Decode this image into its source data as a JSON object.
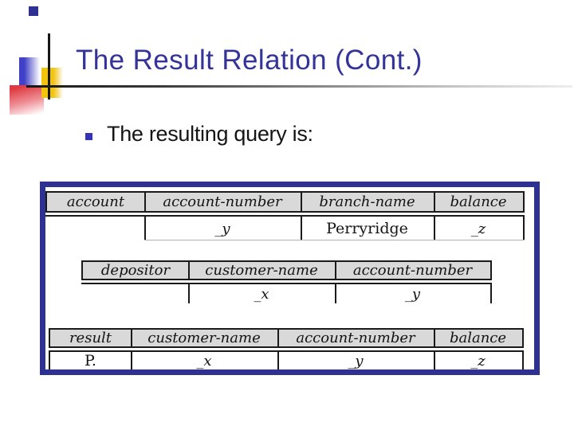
{
  "slide": {
    "title": "The Result Relation (Cont.)",
    "bullet_text": "The resulting query is:"
  },
  "colors": {
    "title_text": "#333399",
    "figure_border": "#2e3192",
    "table_header_bg": "#d9d9d9",
    "table_line": "#1a1a1a",
    "accent_blue_square": "#4040c8",
    "accent_yellow_square": "#f2c40e",
    "accent_red_square": "#e03a40",
    "bullet_square": "#3434b8"
  },
  "icons": {
    "bullet": "small-blue-square-bullet"
  },
  "tables": {
    "account": {
      "name": "account",
      "headers": [
        "account-number",
        "branch-name",
        "balance"
      ],
      "row": [
        "_y",
        "Perryridge",
        "_z"
      ]
    },
    "depositor": {
      "name": "depositor",
      "headers": [
        "customer-name",
        "account-number"
      ],
      "row": [
        "_x",
        "_y"
      ]
    },
    "result": {
      "name": "result",
      "headers": [
        "customer-name",
        "account-number",
        "balance"
      ],
      "row_label": "P.",
      "row": [
        "_x",
        "_y",
        "_z"
      ]
    }
  }
}
